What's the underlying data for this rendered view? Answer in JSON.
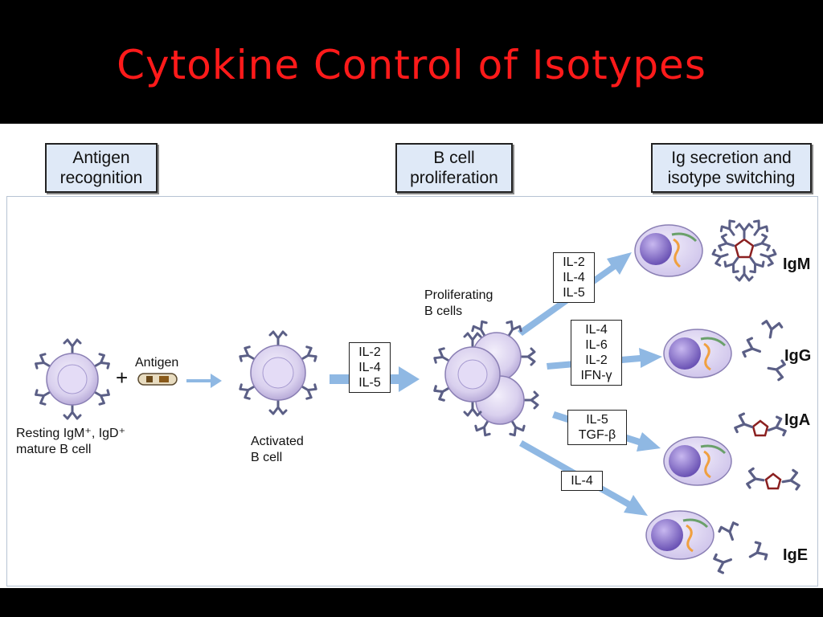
{
  "title": "Cytokine Control of Isotypes",
  "stages": [
    {
      "line1": "Antigen",
      "line2": "recognition"
    },
    {
      "line1": "B cell",
      "line2": "proliferation"
    },
    {
      "line1": "Ig secretion and",
      "line2": "isotype switching"
    }
  ],
  "labels": {
    "resting_line1": "Resting IgM⁺, IgD⁺",
    "resting_line2": "mature B cell",
    "plus": "+",
    "antigen": "Antigen",
    "activated_line1": "Activated",
    "activated_line2": "B cell",
    "proliferating_line1": "Proliferating",
    "proliferating_line2": "B cells"
  },
  "cytokines": {
    "activation": [
      "IL-2",
      "IL-4",
      "IL-5"
    ],
    "igm": [
      "IL-2",
      "IL-4",
      "IL-5"
    ],
    "igg": [
      "IL-4",
      "IL-6",
      "IL-2",
      "IFN-γ"
    ],
    "iga": [
      "IL-5",
      "TGF-β"
    ],
    "ige": [
      "IL-4"
    ]
  },
  "isotypes": {
    "igm": "IgM",
    "igg": "IgG",
    "iga": "IgA",
    "ige": "IgE"
  },
  "colors": {
    "title": "#ff1a1a",
    "arrow": "#8fb8e3",
    "cell": "#d9d0ee",
    "antibody": "#5b5f86",
    "stage_box": "#dfe9f7"
  }
}
